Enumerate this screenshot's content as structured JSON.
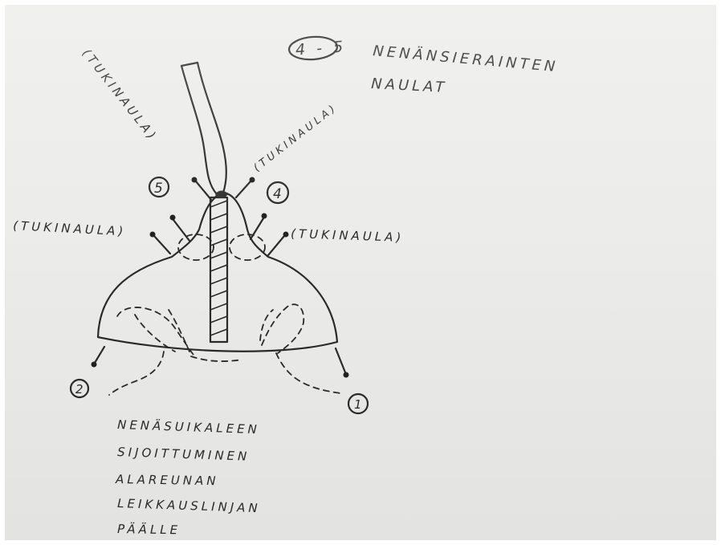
{
  "header": {
    "marker": "4 - 5",
    "title_line1": "NENÄNSIERAINTEN",
    "title_line2": "NAULAT"
  },
  "labels": {
    "tukinaula_top": "(TUKINAULA)",
    "tukinaula_mid": "(TUKINAULA)",
    "tukinaula_left": "(TUKINAULA)",
    "tukinaula_right": "(TUKINAULA)"
  },
  "markers": {
    "m1": "1",
    "m2": "2",
    "m4": "4",
    "m5": "5"
  },
  "caption": {
    "line1": "NENÄSUIKALEEN",
    "line2": "SIJOITTUMINEN",
    "line3": "ALAREUNAN",
    "line4": "LEIKKAUSLINJAN",
    "line5": "PÄÄLLE"
  }
}
